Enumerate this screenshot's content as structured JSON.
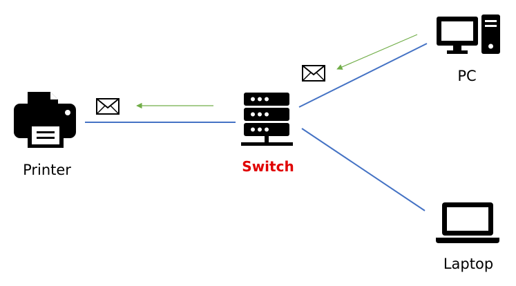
{
  "nodes": {
    "printer": {
      "label": "Printer"
    },
    "switch": {
      "label": "Switch"
    },
    "pc": {
      "label": "PC"
    },
    "laptop": {
      "label": "Laptop"
    }
  },
  "colors": {
    "link": "#4472C4",
    "arrow": "#70AD47",
    "switch_label": "#E00000",
    "icon": "#000000"
  },
  "icons": {
    "printer": "printer-icon",
    "switch": "server-switch-icon",
    "pc": "desktop-computer-icon",
    "laptop": "laptop-icon",
    "message": "envelope-icon"
  }
}
